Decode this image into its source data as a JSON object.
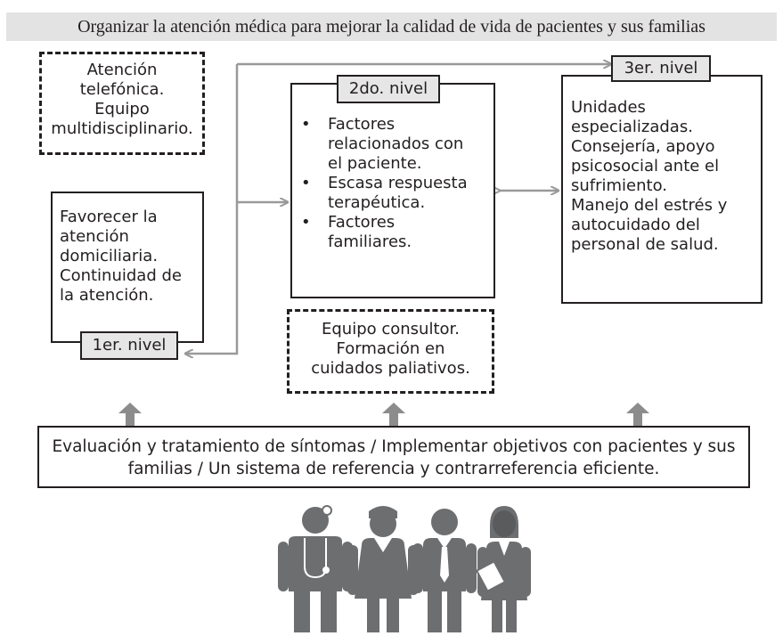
{
  "title": "Organizar la atención médica para mejorar la calidad de vida de pacientes y sus familias",
  "top_left_box": [
    "Atención",
    "telefónica.",
    "Equipo",
    "multidisciplinario."
  ],
  "level1": {
    "tag": "1er. nivel",
    "lines": [
      "Favorecer la",
      "atención",
      "domiciliaria.",
      "Continuidad de",
      "la atención."
    ]
  },
  "level2": {
    "tag": "2do. nivel",
    "items": [
      [
        "Factores",
        "relacionados con",
        "el paciente."
      ],
      [
        "Escasa respuesta",
        "terapéutica."
      ],
      [
        "Factores",
        "familiares."
      ]
    ]
  },
  "level3": {
    "tag": "3er. nivel",
    "lines": [
      "Unidades",
      "especializadas.",
      "Consejería, apoyo",
      "psicosocial ante el",
      "sufrimiento.",
      "Manejo del estrés y",
      "autocuidado del",
      "personal de salud."
    ]
  },
  "consultant_box": [
    "Equipo consultor.",
    "Formación en",
    "cuidados paliativos."
  ],
  "bottom_box": [
    "Evaluación y tratamiento de síntomas / Implementar objetivos con pacientes y sus",
    "familias / Un sistema de referencia y contrarreferencia eficiente."
  ],
  "icons": [
    "doctor-icon",
    "nurse-icon",
    "businessman-icon",
    "professional-woman-icon"
  ],
  "colors": {
    "arrow": "#999999",
    "up_arrow": "#8c8c8c",
    "figure": "#6d6e70",
    "tag_fill": "#e6e6e6",
    "title_fill": "#e3e3e3"
  }
}
